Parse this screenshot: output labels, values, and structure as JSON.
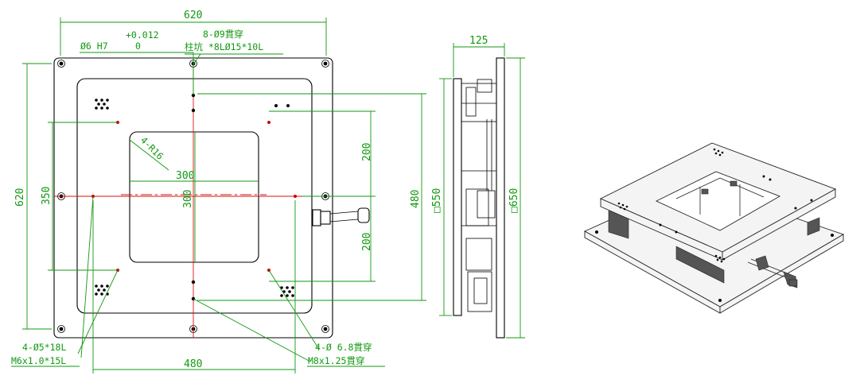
{
  "front_view": {
    "dim_width_top": "620",
    "dim_height_left": "620",
    "dim_350": "350",
    "dim_300_h": "300",
    "dim_300_v": "300",
    "dim_200_upper": "200",
    "dim_200_lower": "200",
    "dim_480_right": "480",
    "dim_480_bottom": "480",
    "radius_label": "4-R16",
    "pin_hole_label": "Ø6 H7",
    "pin_tol_upper": "+0.012",
    "pin_tol_lower": "0",
    "thru_hole_label": "8-Ø9貫穿",
    "counterbore_label": "柱坑 *8LØ15*10L",
    "hole_label_bl1": "4-Ø5*18L",
    "hole_label_bl2": "M6x1.0*15L",
    "hole_label_br1": "4-Ø 6.8貫穿",
    "hole_label_br2": "M8x1.25貫穿"
  },
  "side_view": {
    "dim_thickness": "125",
    "dim_550": "□550",
    "dim_650": "□650"
  },
  "colors": {
    "dimension": "#119911",
    "centerline": "#dd1111",
    "outline": "#000000"
  }
}
